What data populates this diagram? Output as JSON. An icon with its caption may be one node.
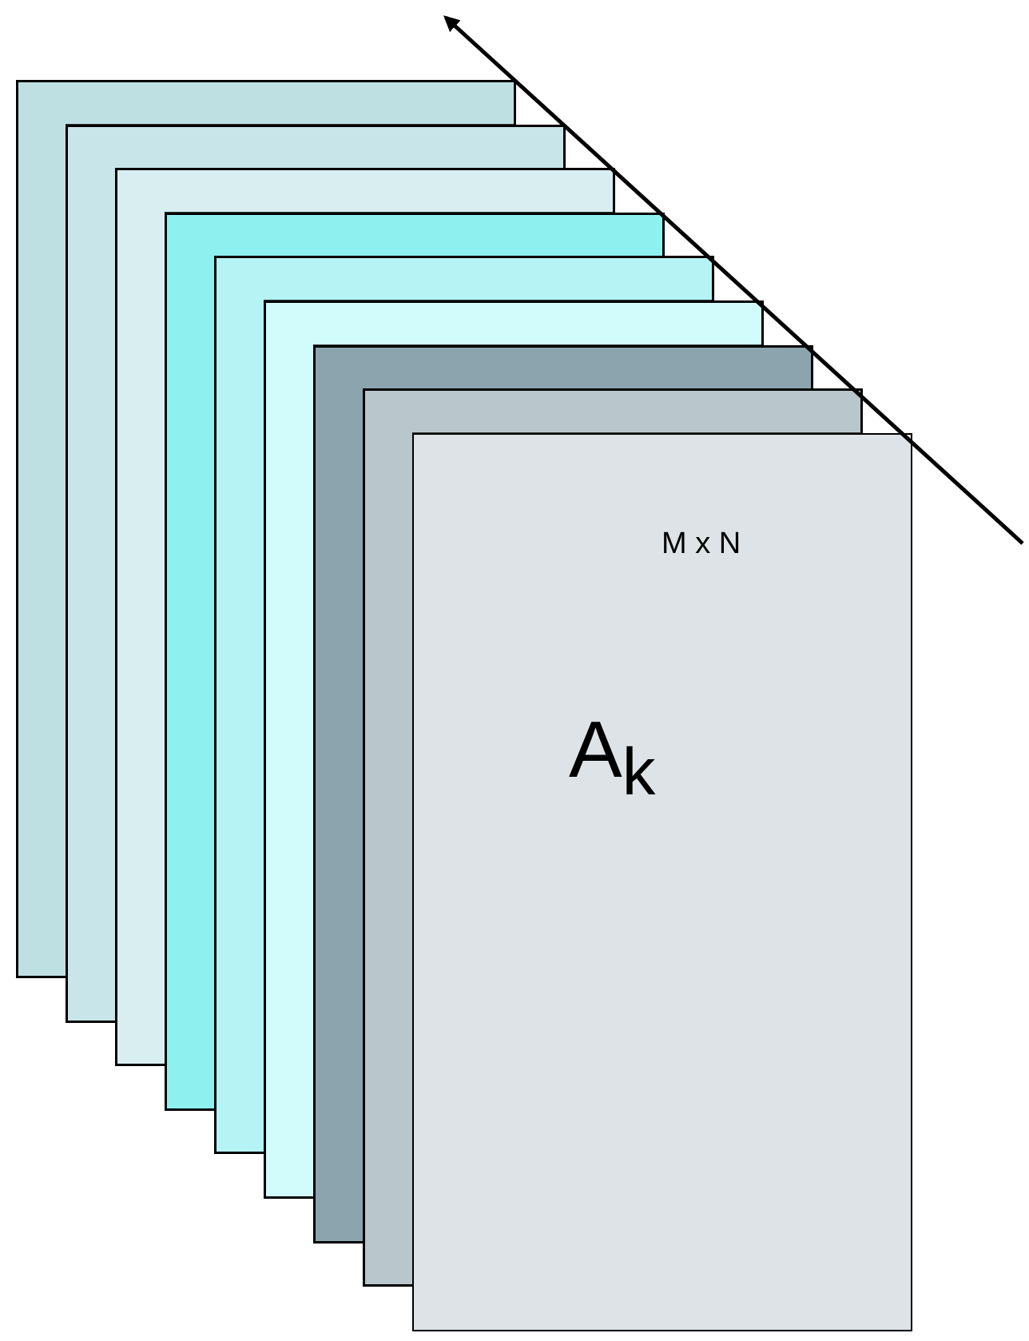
{
  "diagram": {
    "nodes": [
      {
        "text": [],
        "shape": "box"
      },
      {
        "text": [],
        "shape": "box"
      },
      {
        "text": [],
        "shape": "box"
      },
      {
        "text": [],
        "shape": "box"
      },
      {
        "text": [],
        "shape": "box"
      },
      {
        "text": [],
        "shape": "box"
      },
      {
        "text": [],
        "shape": "box"
      },
      {
        "text": [],
        "shape": "box"
      },
      {
        "text": [
          "M x N",
          "A$_{k}$"
        ]
      }
    ]
  }
}
